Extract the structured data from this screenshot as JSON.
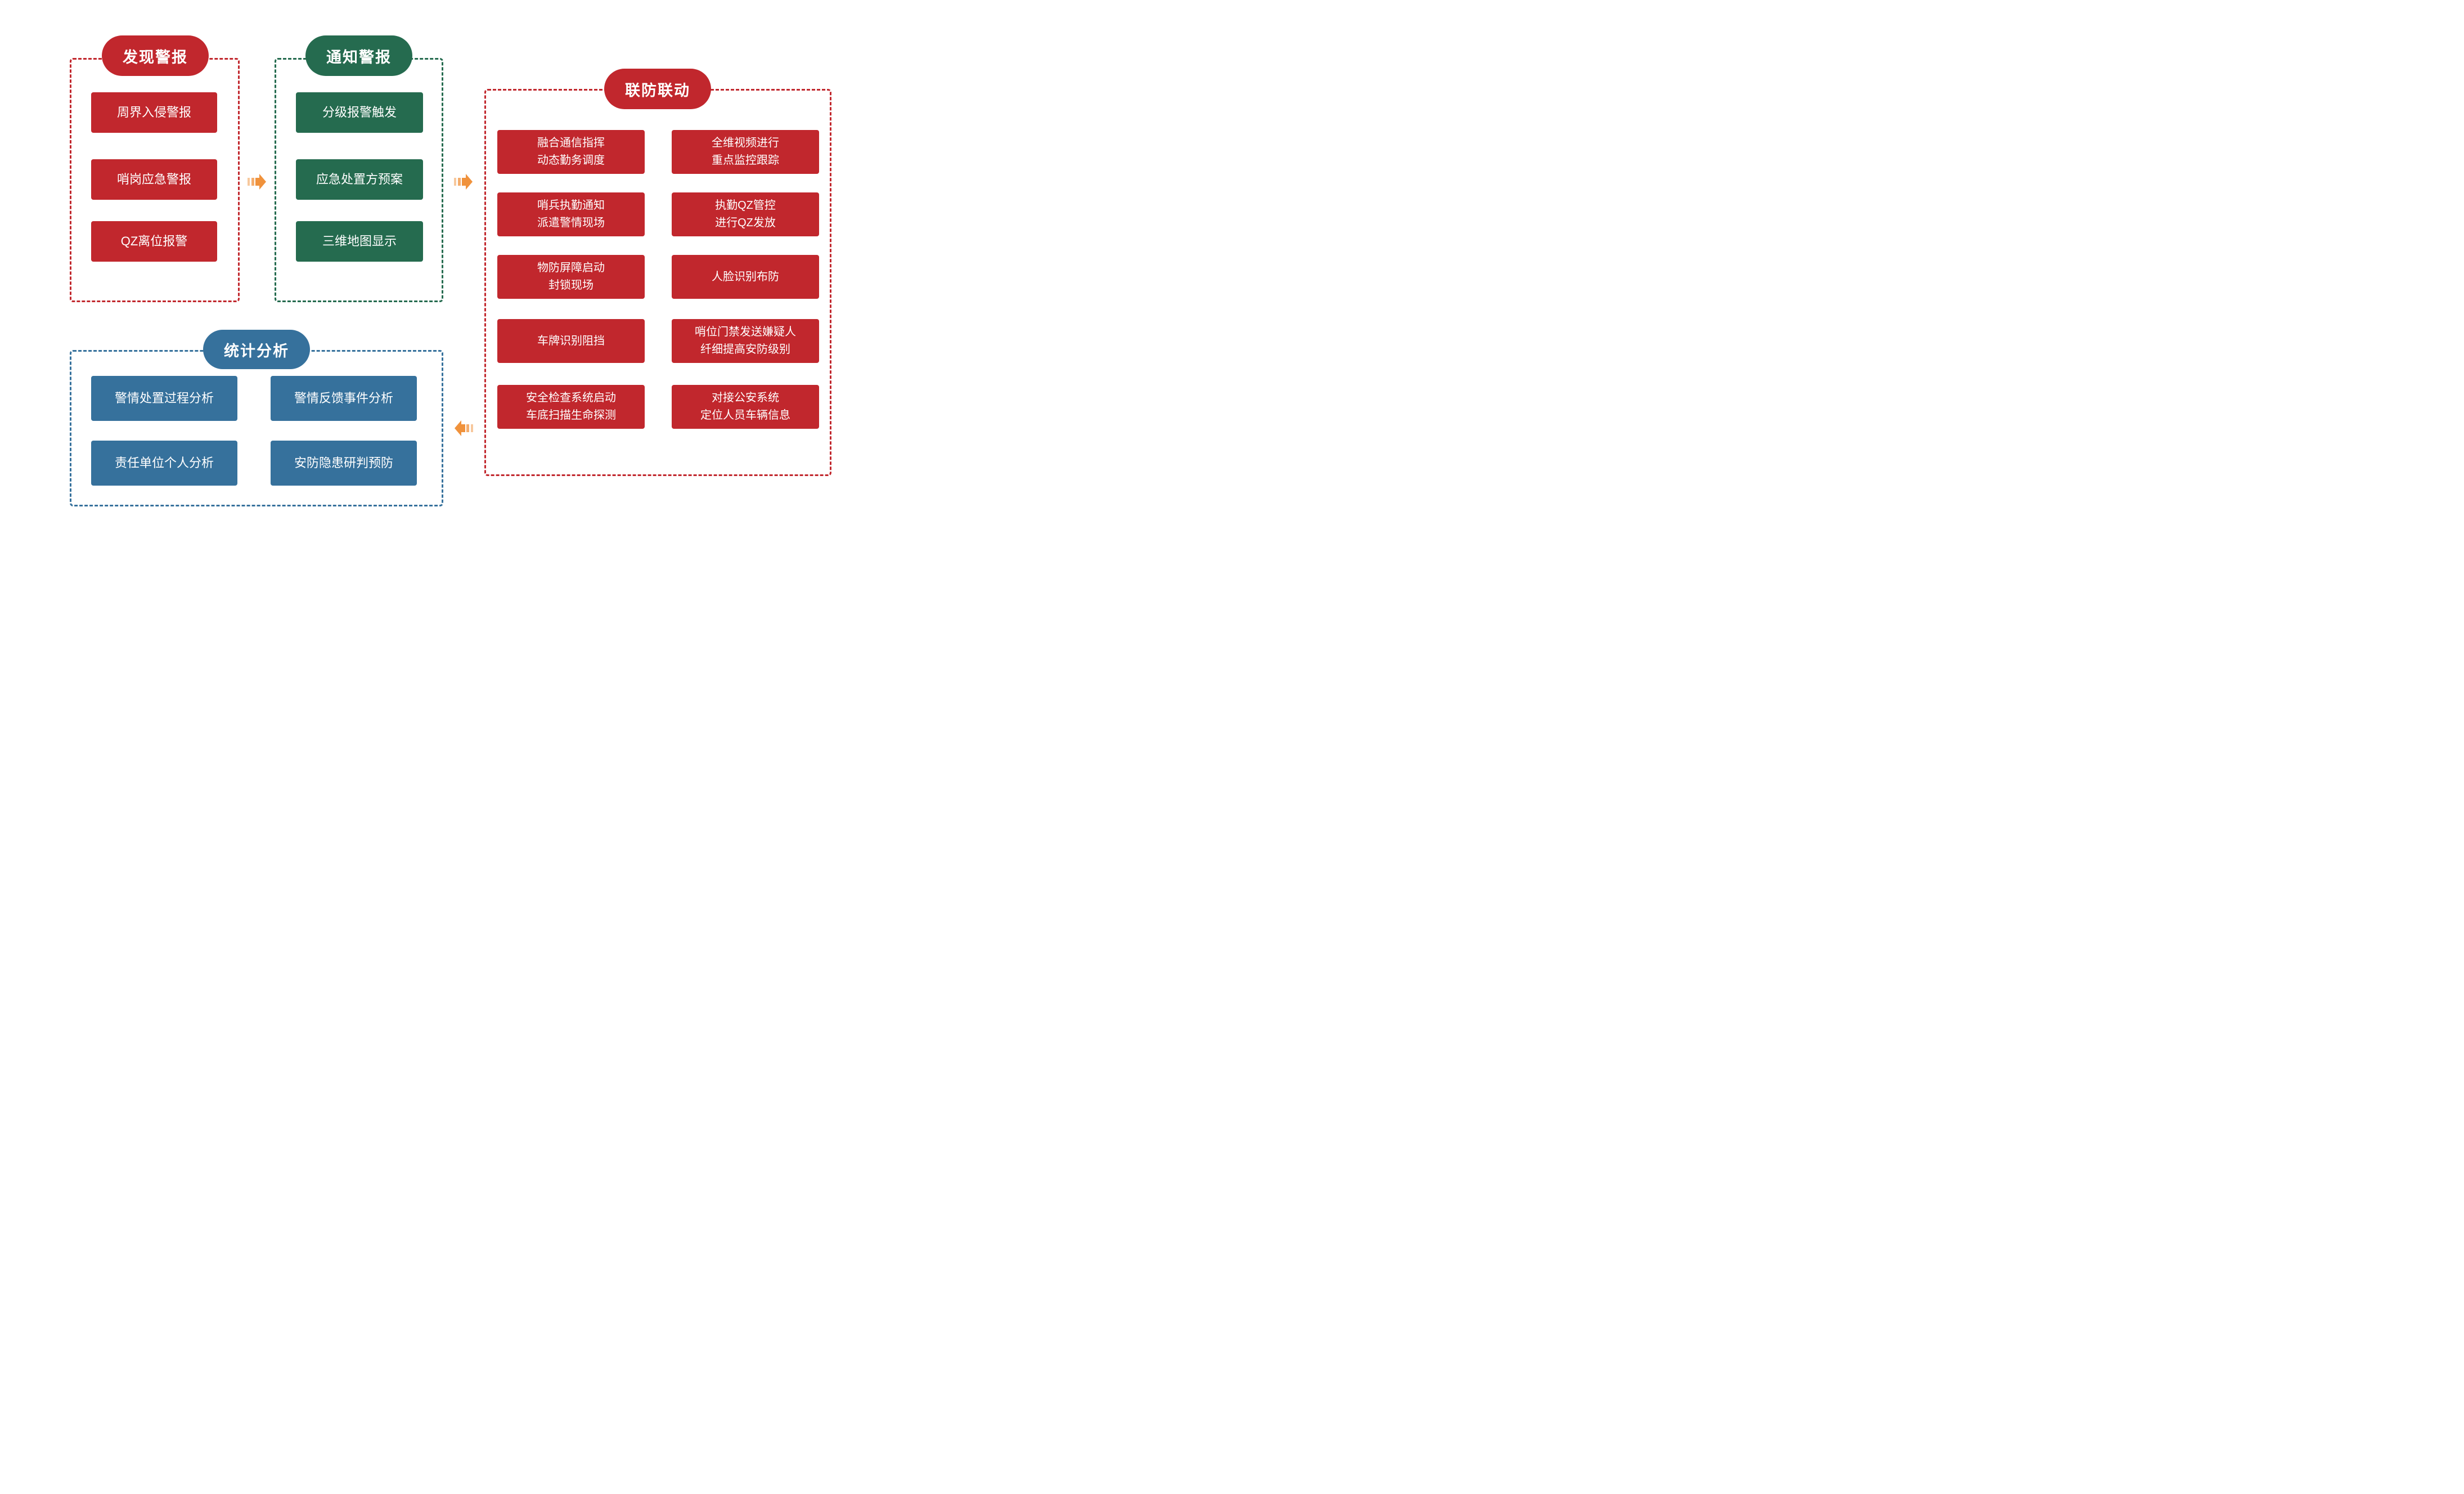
{
  "colors": {
    "red": "#C1272D",
    "green": "#256B4F",
    "blue": "#36719C",
    "orange": "#F0923C",
    "text_on_fill": "#FFFFFF",
    "background": "#FFFFFF"
  },
  "groups": [
    {
      "title": "发现警报",
      "color_name": "red",
      "items": [
        "周界入侵警报",
        "哨岗应急警报",
        "QZ离位报警"
      ]
    },
    {
      "title": "通知警报",
      "color_name": "green",
      "items": [
        "分级报警触发",
        "应急处置方预案",
        "三维地图显示"
      ]
    },
    {
      "title": "联防联动",
      "color_name": "red",
      "columns": [
        [
          "融合通信指挥\n动态勤务调度",
          "哨兵执勤通知\n派遣警情现场",
          "物防屏障启动\n封锁现场",
          "车牌识别阻挡",
          "安全检查系统启动\n车底扫描生命探测"
        ],
        [
          "全维视频进行\n重点监控跟踪",
          "执勤QZ管控\n进行QZ发放",
          "人脸识别布防",
          "哨位门禁发送嫌疑人\n纤细提高安防级别",
          "对接公安系统\n定位人员车辆信息"
        ]
      ]
    },
    {
      "title": "统计分析",
      "color_name": "blue",
      "items": [
        "警情处置过程分析",
        "警情反馈事件分析",
        "责任单位个人分析",
        "安防隐患研判预防"
      ]
    }
  ],
  "arrows": [
    {
      "icon": "fast-forward-arrow",
      "direction": "right"
    },
    {
      "icon": "fast-forward-arrow",
      "direction": "right"
    },
    {
      "icon": "fast-forward-arrow",
      "direction": "left"
    }
  ]
}
